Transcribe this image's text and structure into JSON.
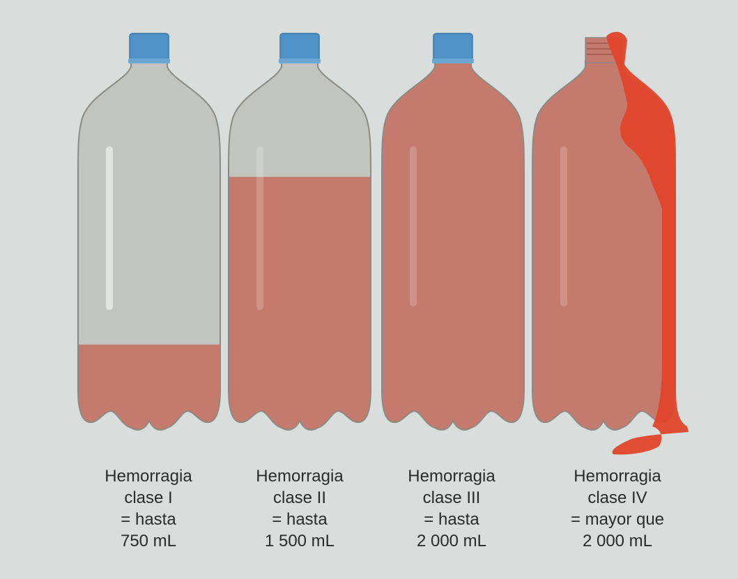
{
  "bottles": [
    {
      "id": "clase-1",
      "fill_fraction": 0.27,
      "overflowing": false,
      "caption_lines": [
        "Hemorragia",
        "clase I",
        "= hasta",
        "750 mL"
      ]
    },
    {
      "id": "clase-2",
      "fill_fraction": 0.78,
      "overflowing": false,
      "caption_lines": [
        "Hemorragia",
        "clase II",
        "= hasta",
        "1 500 mL"
      ]
    },
    {
      "id": "clase-3",
      "fill_fraction": 1.0,
      "overflowing": false,
      "caption_lines": [
        "Hemorragia",
        "clase III",
        "= hasta",
        "2 000 mL"
      ]
    },
    {
      "id": "clase-4",
      "fill_fraction": 1.0,
      "overflowing": true,
      "caption_lines": [
        "Hemorragia",
        "clase IV",
        "= mayor que",
        "2 000 mL"
      ]
    }
  ],
  "colors": {
    "background": "#d9dddb",
    "bottle_glass": "#c2c5bf",
    "bottle_outline": "#8b8a84",
    "liquid": "#c47a6c",
    "cap": "#4f93c6",
    "overflow": "#e0452b",
    "caption_text": "#2b2b2b"
  }
}
